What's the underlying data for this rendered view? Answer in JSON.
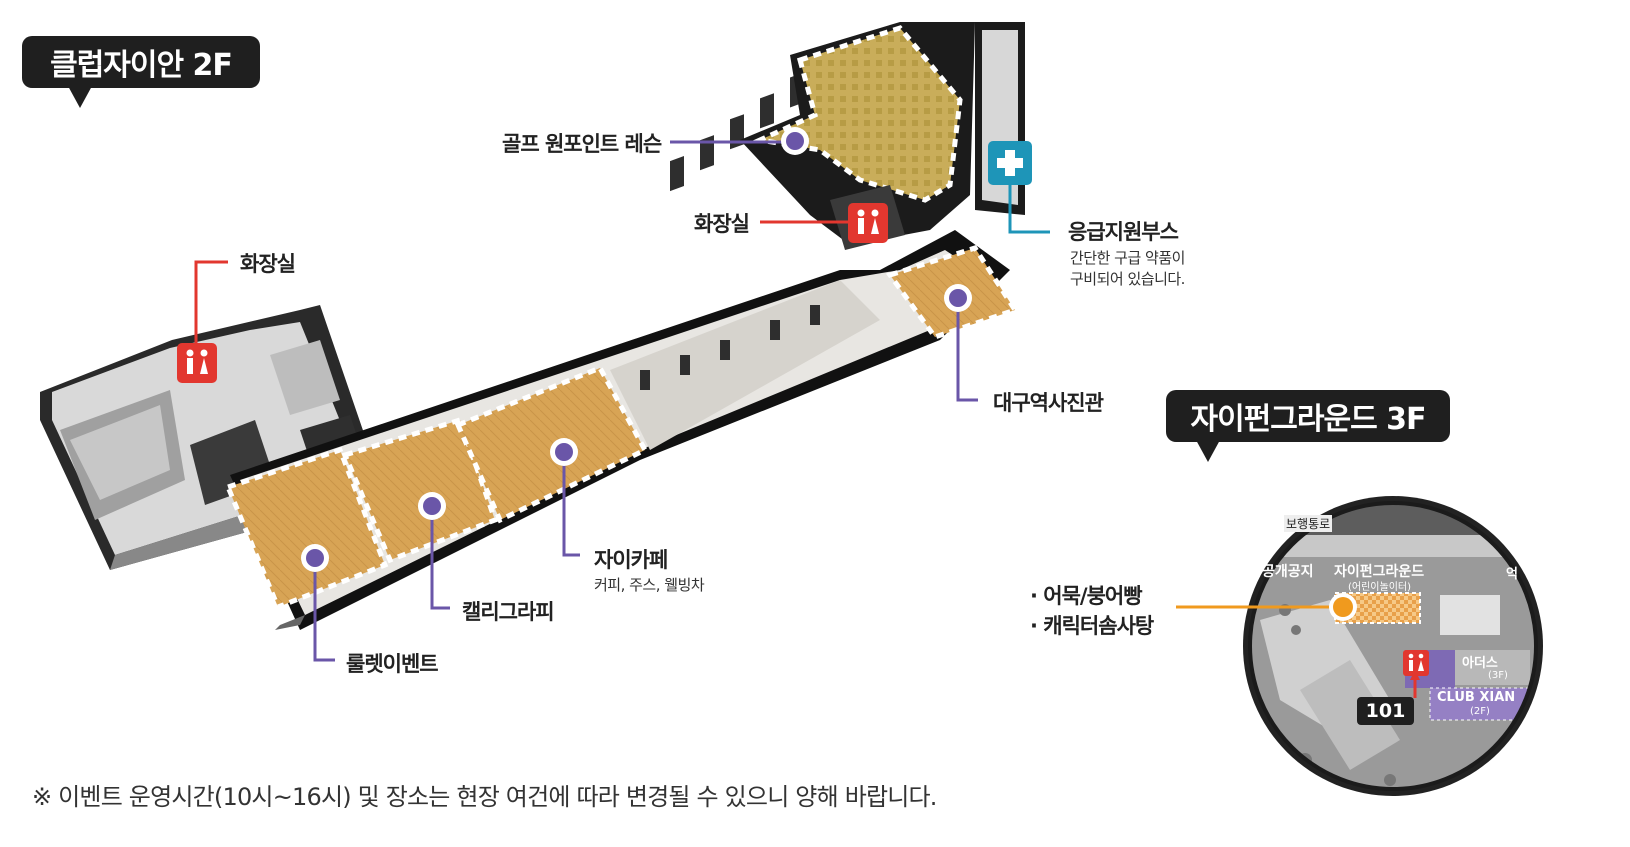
{
  "floor_2f": {
    "title": "클럽자이안 2F"
  },
  "floor_3f": {
    "title": "자이펀그라운드 3F"
  },
  "spots": {
    "golf": "골프 원포인트 레슨",
    "restroom_right": "화장실",
    "restroom_left": "화장실",
    "first_aid": {
      "title": "응급지원부스",
      "desc1": "간단한 구급 약품이",
      "desc2": "구비되어 있습니다."
    },
    "history": "대구역사진관",
    "cafe": {
      "title": "자이카페",
      "desc": "커피, 주스, 웰빙차"
    },
    "calligraphy": "캘리그라피",
    "roulette": "룰렛이벤트"
  },
  "inset": {
    "items": [
      "· 어묵/붕어빵",
      "· 캐릭터솜사탕"
    ],
    "labels": {
      "walkway": "보행통로",
      "open_space": "공개공지",
      "fun_ground": "자이펀그라운드",
      "fun_ground_sub": "(어린이놀이터)",
      "club_xian": "CLUB XIAN",
      "club_floor": "(2F)",
      "other_building": "아더스",
      "other_floor": "(3F)",
      "edge_label": "억",
      "building_no": "101"
    }
  },
  "note": "※ 이벤트 운영시간(10시~16시) 및 장소는 현장 여건에 따라 변경될 수 있으니 양해 바랍니다.",
  "colors": {
    "accent_purple": "#6a56a8",
    "restroom_red": "#e2372f",
    "firstaid_teal": "#1e95b8",
    "inset_orange": "#f09a1e",
    "room_wood": "#d9a95a"
  }
}
